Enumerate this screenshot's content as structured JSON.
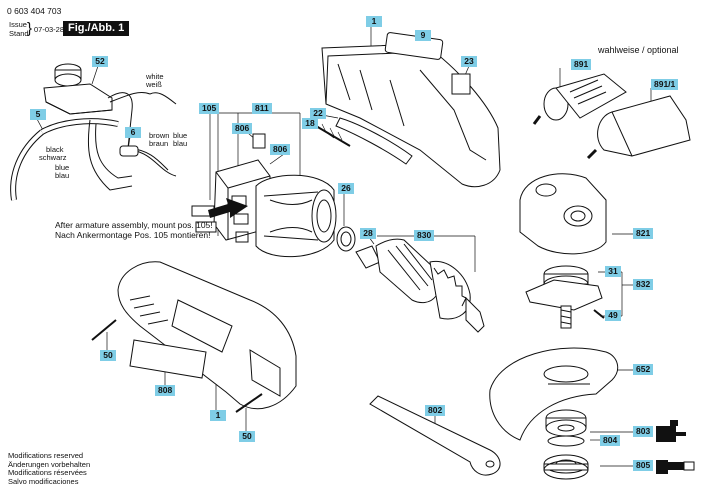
{
  "header": {
    "doc_number": "0 603 404 703",
    "issue_label_en": "Issue",
    "issue_label_de": "Stand",
    "issue_date": "07-03-28",
    "figure_label": "Fig./Abb. 1"
  },
  "optional_label": "wahlweise / optional",
  "notes": {
    "armature_en": "After armature assembly, mount pos. 105!",
    "armature_de": "Nach Ankermontage Pos. 105 montieren!"
  },
  "wires": {
    "white_en": "white",
    "white_de": "weiß",
    "brown_en": "brown",
    "brown_de": "braun",
    "blue_en": "blue",
    "blue_de": "blau",
    "black_en": "black",
    "black_de": "schwarz",
    "blue2_en": "blue",
    "blue2_de": "blau"
  },
  "callouts": {
    "c1_top": "1",
    "c9": "9",
    "c23": "23",
    "c52": "52",
    "c5": "5",
    "c6": "6",
    "c105": "105",
    "c811": "811",
    "c806a": "806",
    "c806b": "806",
    "c22": "22",
    "c18": "18",
    "c26": "26",
    "c28": "28",
    "c830": "830",
    "c891": "891",
    "c891_1": "891/1",
    "c821": "821",
    "c31": "31",
    "c832": "832",
    "c49": "49",
    "c652": "652",
    "c50a": "50",
    "c50b": "50",
    "c808": "808",
    "c1_bottom": "1",
    "c802": "802",
    "c803": "803",
    "c804": "804",
    "c805": "805"
  },
  "footer": {
    "line1": "Modifications reserved",
    "line2": "Änderungen vorbehalten",
    "line3": "Modifications réservées",
    "line4": "Salvo modificaciones"
  }
}
